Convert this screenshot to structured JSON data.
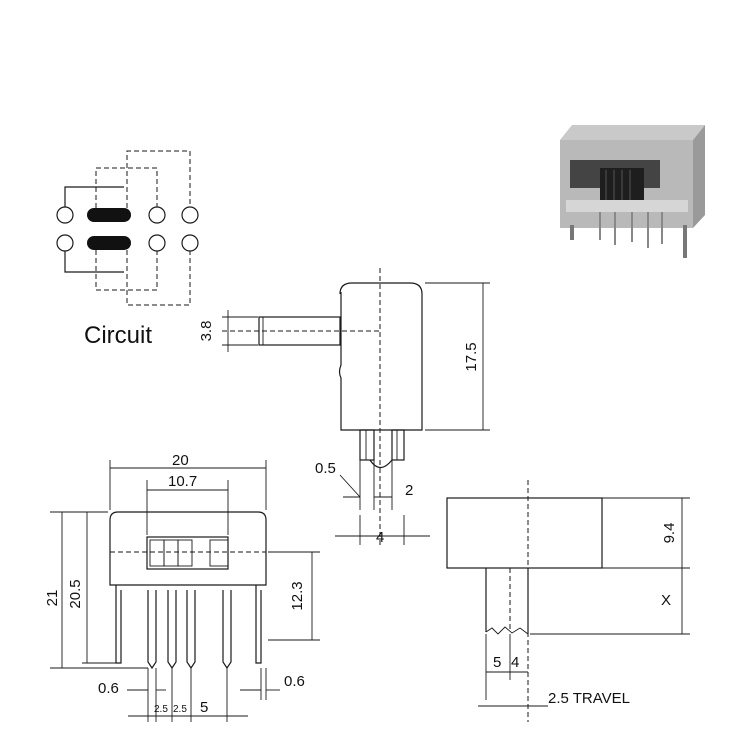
{
  "circuit_label": "Circuit",
  "side_view": {
    "dim_knob": "3.8",
    "dim_height": "17.5",
    "dim_pin_width": "0.5",
    "dim_pin_gap": "2",
    "dim_pin_span": "4"
  },
  "front_view": {
    "dim_width": "20",
    "dim_slot": "10.7",
    "dim_total_height": "21",
    "dim_body_height": "20.5",
    "dim_pin_height": "12.3",
    "dim_pin_left": "0.6",
    "dim_pin_right": "0.6",
    "dim_pitch_a": "2.5",
    "dim_pitch_b": "2.5",
    "dim_pitch_c": "5"
  },
  "actuator_view": {
    "dim_top": "9.4",
    "dim_x": "X",
    "dim_a": "5",
    "dim_b": "4",
    "travel": "2.5 TRAVEL"
  }
}
